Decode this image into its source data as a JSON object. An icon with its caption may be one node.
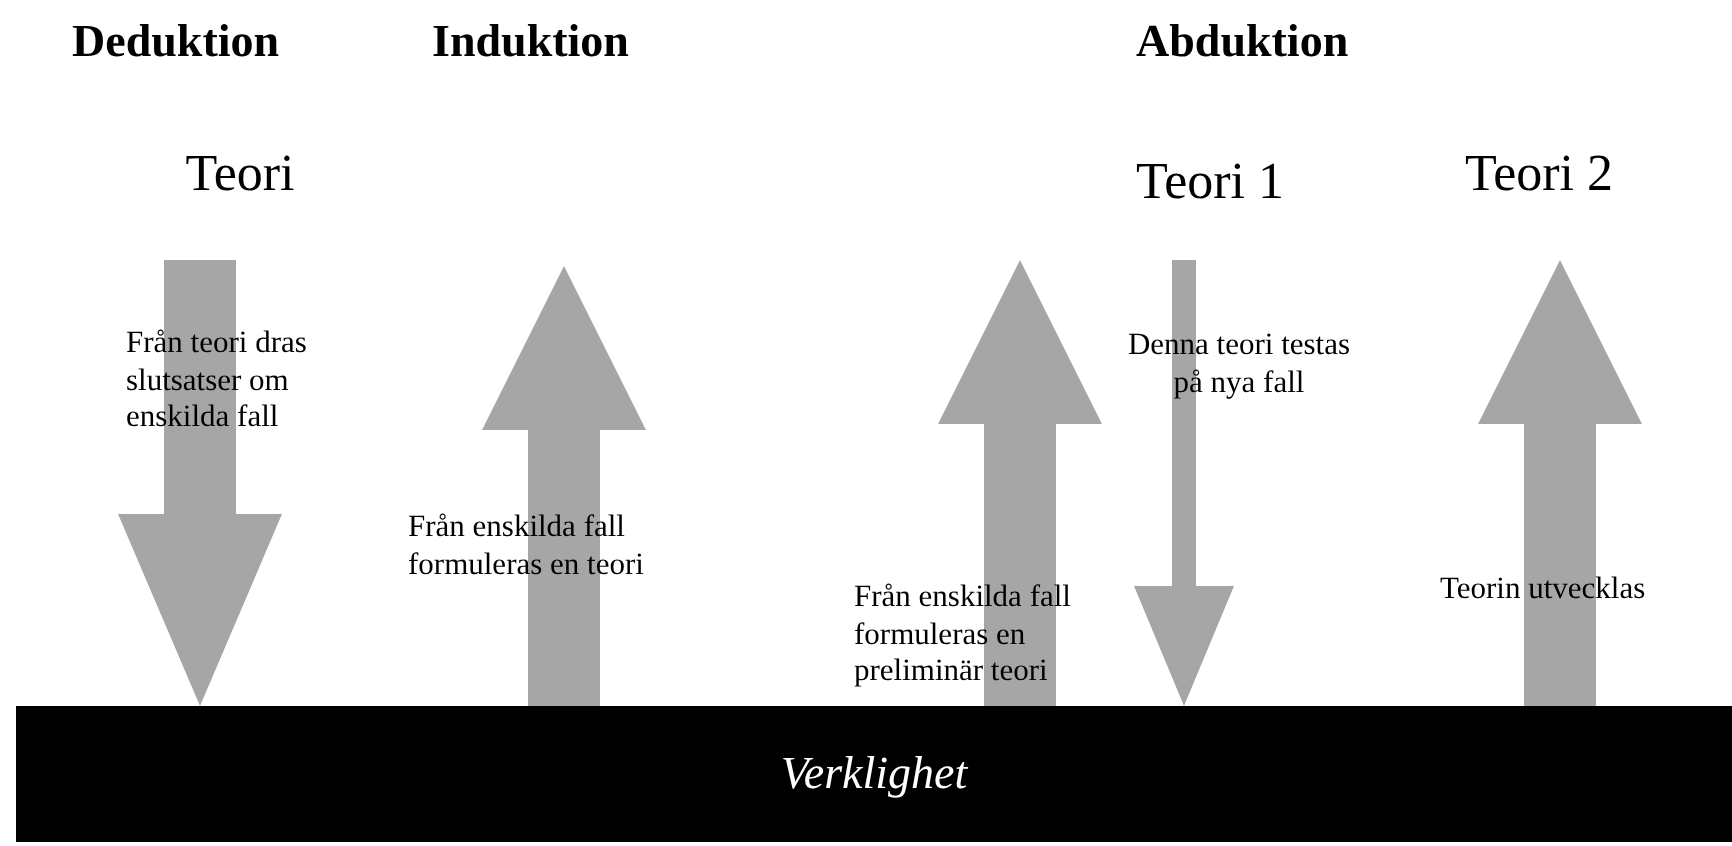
{
  "diagram": {
    "nodes": [
      {
        "text": [
          "Teori"
        ]
      },
      {
        "text": [
          "Teori 1"
        ]
      },
      {
        "text": [
          "Teori 2"
        ]
      },
      {
        "text": [
          "Verklighet"
        ]
      }
    ],
    "edges": [
      {
        "from": 0,
        "to": 3,
        "arrow": "to",
        "label": "Från teori dras slutsatser om enskilda fall"
      },
      {
        "from": 3,
        "to": null,
        "arrow": "to",
        "label": "Från enskilda fall formuleras en teori"
      },
      {
        "from": 3,
        "to": 1,
        "arrow": "to",
        "label": "Från enskilda fall formuleras en preliminär teori"
      },
      {
        "from": 1,
        "to": 3,
        "arrow": "to",
        "label": "Denna teori testas på nya fall"
      },
      {
        "from": 3,
        "to": 2,
        "arrow": "to",
        "label": "Teorin utvecklas"
      }
    ],
    "labels": [
      "Deduktion",
      "Induktion",
      "Abduktion"
    ]
  }
}
